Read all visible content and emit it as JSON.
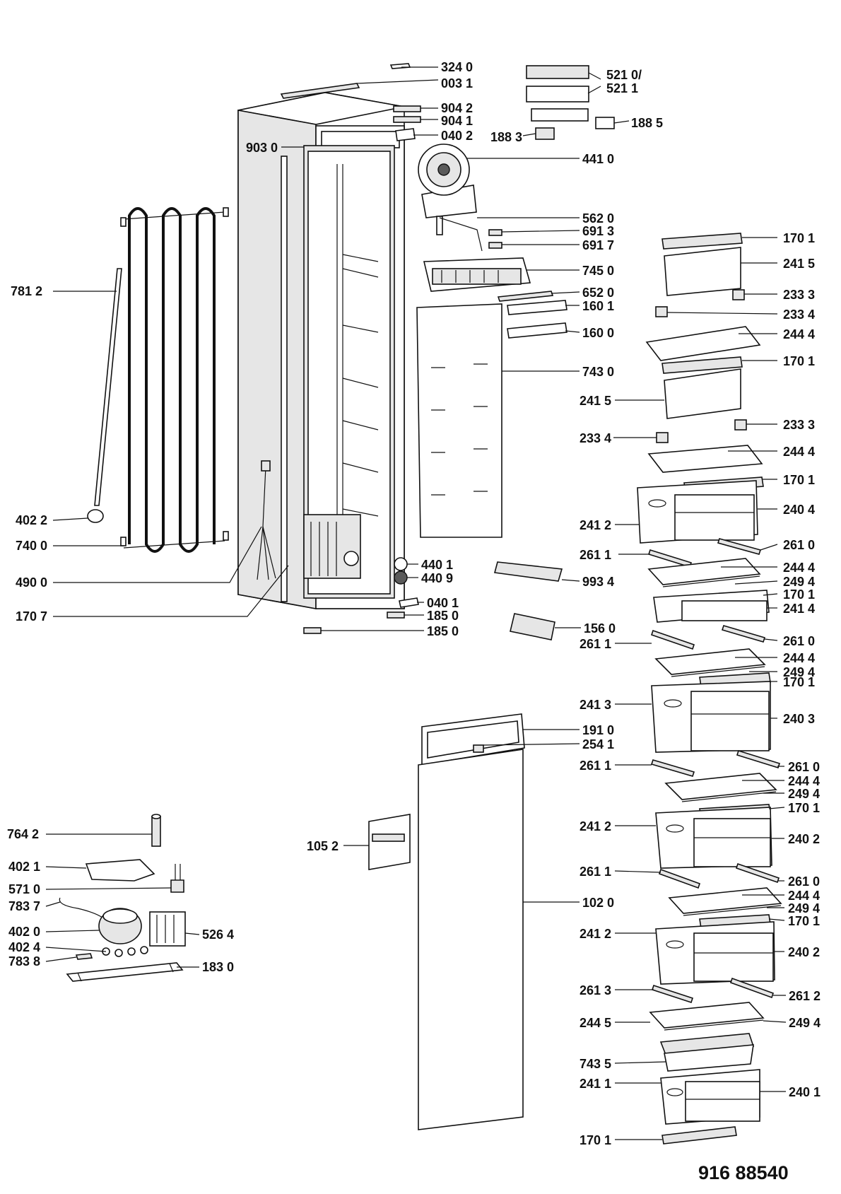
{
  "labels": {
    "l3240": "324 0",
    "l0031": "003 1",
    "l9042": "904 2",
    "l9041": "904 1",
    "l0402a": "040 2",
    "l9030": "903 0",
    "l5210": "521 0/",
    "l5211": "521 1",
    "l1885": "188 5",
    "l1883": "188 3",
    "l4410": "441 0",
    "l5620": "562 0",
    "l6913": "691 3",
    "l6917": "691 7",
    "l7450": "745 0",
    "l6520": "652 0",
    "l1601": "160 1",
    "l1600": "160 0",
    "l7430": "743 0",
    "l7812": "781 2",
    "l4022": "402 2",
    "l7400": "740 0",
    "l4900": "490 0",
    "l1707": "170 7",
    "l4401": "440 1",
    "l4409": "440 9",
    "l0401": "040 1",
    "l1850a": "185 0",
    "l1850b": "185 0",
    "l9934": "993 4",
    "l1560": "156 0",
    "r1701a": "170 1",
    "r2415a": "241 5",
    "r2333a": "233 3",
    "r2334a": "233 4",
    "r2444a": "244 4",
    "r1701b": "170 1",
    "r2415b": "241 5",
    "r2333b": "233 3",
    "r2334b": "233 4",
    "r2444b": "244 4",
    "r1701c": "170 1",
    "r2404": "240 4",
    "r2412a": "241 2",
    "r2610a": "261 0",
    "r2611a": "261 1",
    "r2444c": "244 4",
    "r2494a": "249 4",
    "r1701d": "170 1",
    "r2414": "241 4",
    "r2610b": "261 0",
    "r2611b": "261 1",
    "r2444d": "244 4",
    "r2494b": "249 4",
    "r1701e": "170 1",
    "r2413": "241 3",
    "r2403": "240 3",
    "l1910": "191 0",
    "l2541": "254 1",
    "r2611c": "261 1",
    "r2610c": "261 0",
    "r2444e": "244 4",
    "r2494c": "249 4",
    "r1701f": "170 1",
    "r2412b": "241 2",
    "r2402a": "240 2",
    "r2611d": "261 1",
    "r2610d": "261 0",
    "r2444f": "244 4",
    "r2494d": "249 4",
    "r1701g": "170 1",
    "r2412c": "241 2",
    "r2402b": "240 2",
    "l1052": "105 2",
    "l1020": "102 0",
    "r2613": "261 3",
    "r2612": "261 2",
    "r2445": "244 5",
    "r2494e": "249 4",
    "r7435": "743 5",
    "r2411": "241 1",
    "r2401": "240 1",
    "r1701h": "170 1",
    "l7642": "764 2",
    "l4021": "402 1",
    "l5710": "571 0",
    "l7837": "783 7",
    "l4020": "402 0",
    "l5264": "526 4",
    "l4024": "402 4",
    "l7838": "783 8",
    "l1830": "183 0"
  },
  "document_number": "916 88540"
}
